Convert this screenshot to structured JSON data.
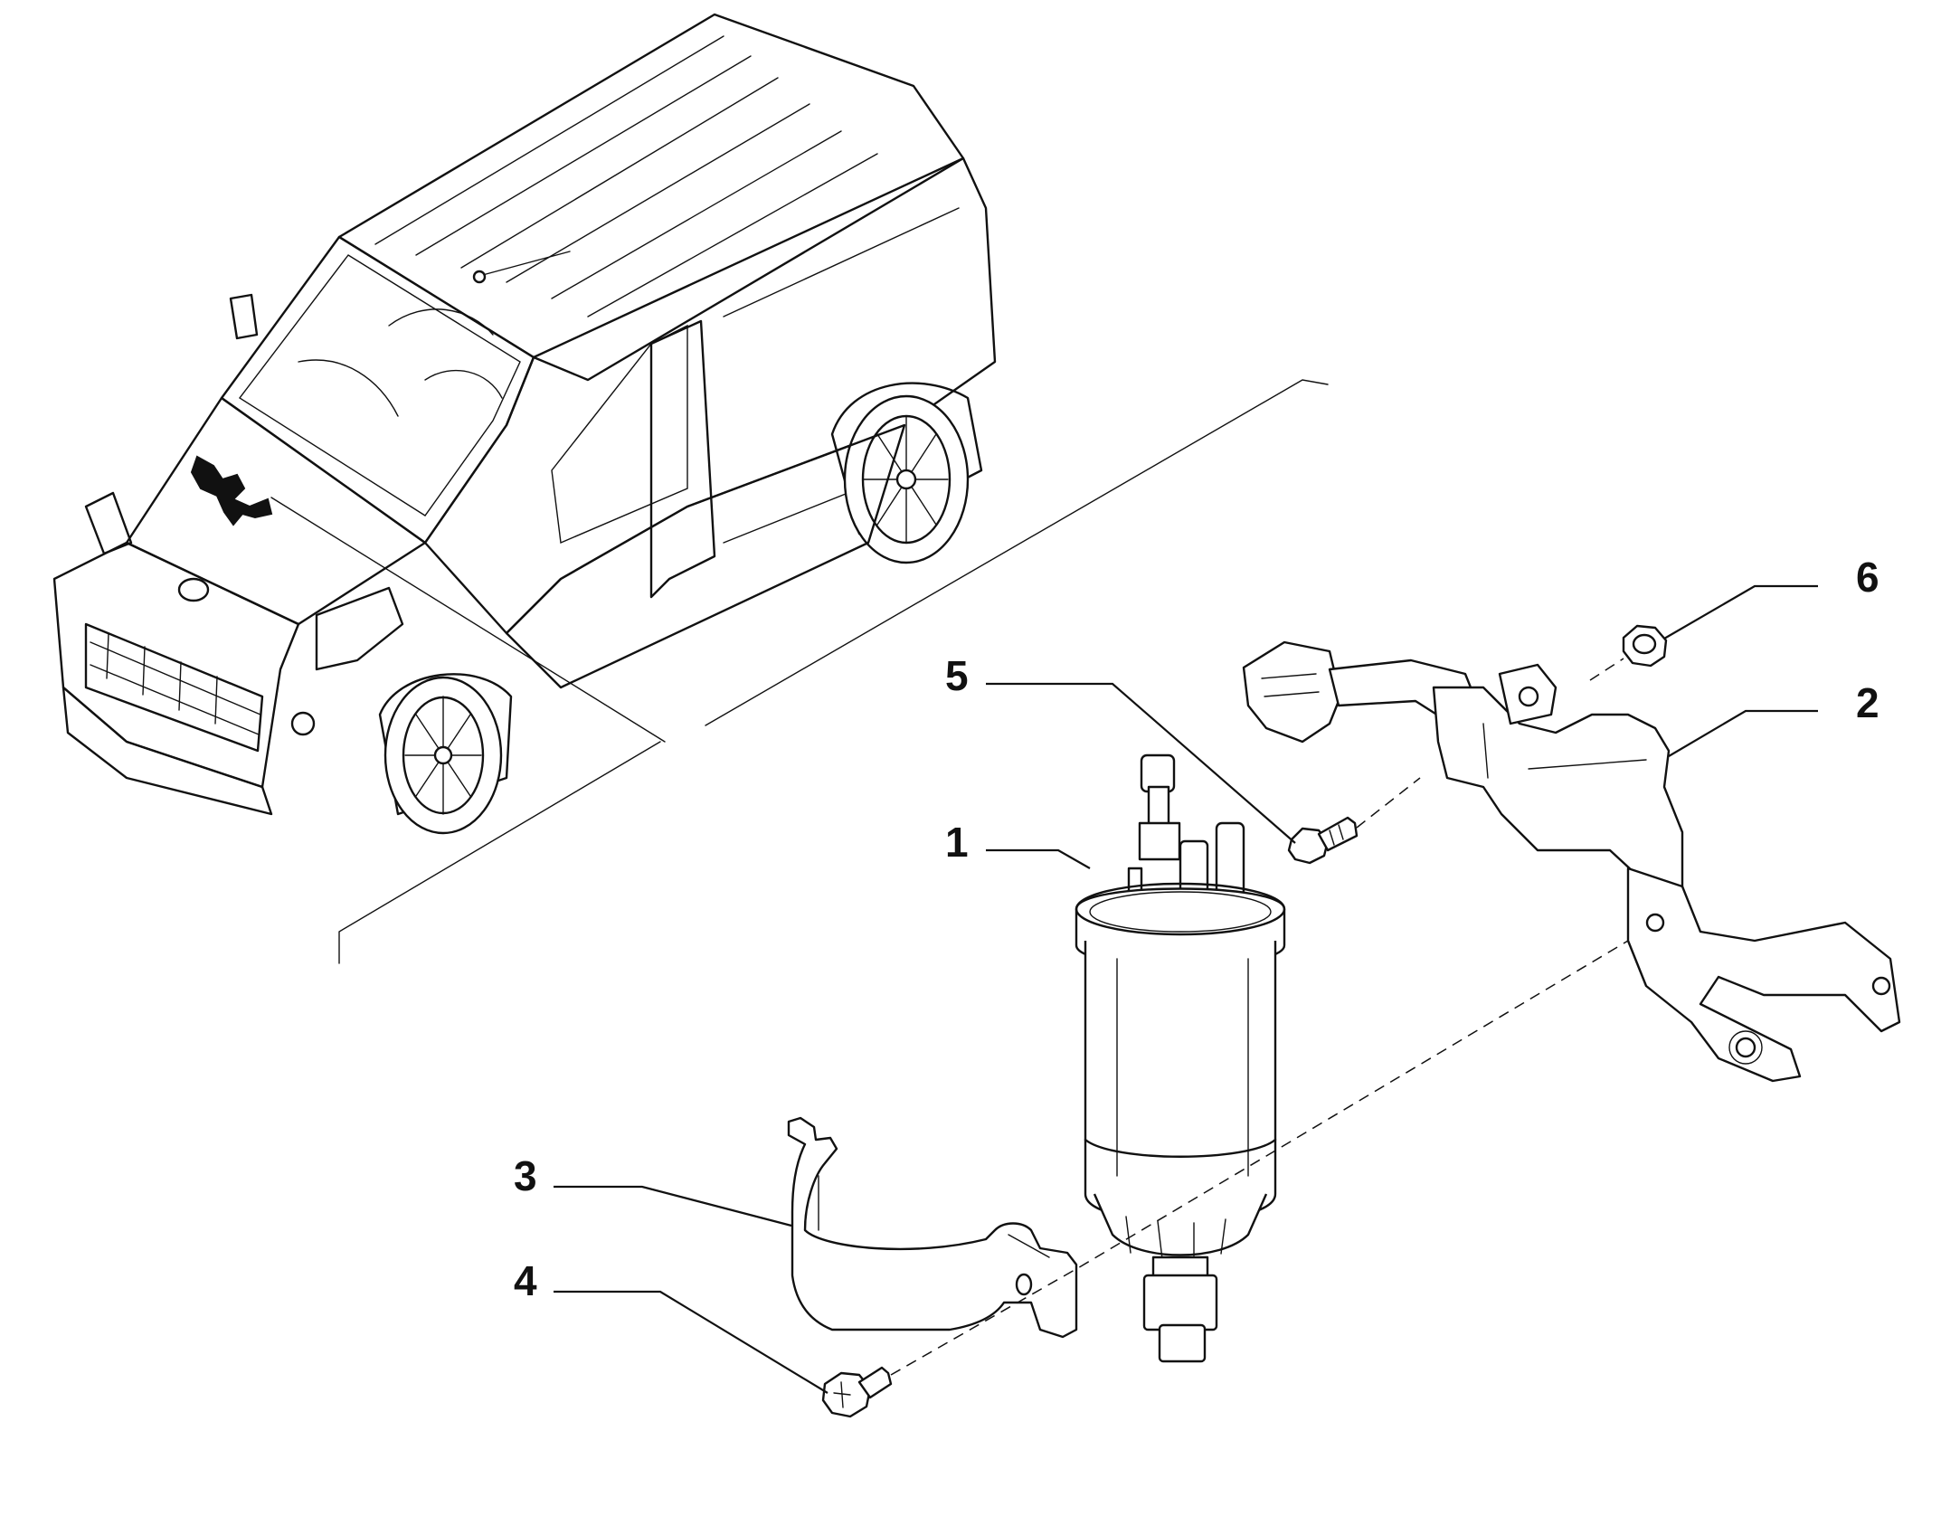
{
  "callouts": [
    {
      "id": "1",
      "label": "1"
    },
    {
      "id": "2",
      "label": "2"
    },
    {
      "id": "3",
      "label": "3"
    },
    {
      "id": "4",
      "label": "4"
    },
    {
      "id": "5",
      "label": "5"
    },
    {
      "id": "6",
      "label": "6"
    }
  ],
  "parts": [
    {
      "callout": "1",
      "icon": "fuel-filter-icon"
    },
    {
      "callout": "2",
      "icon": "bracket-icon"
    },
    {
      "callout": "3",
      "icon": "clamp-icon"
    },
    {
      "callout": "4",
      "icon": "bolt-icon"
    },
    {
      "callout": "5",
      "icon": "screw-icon"
    },
    {
      "callout": "6",
      "icon": "nut-icon"
    }
  ],
  "vehicle": {
    "icon": "van-icon"
  }
}
